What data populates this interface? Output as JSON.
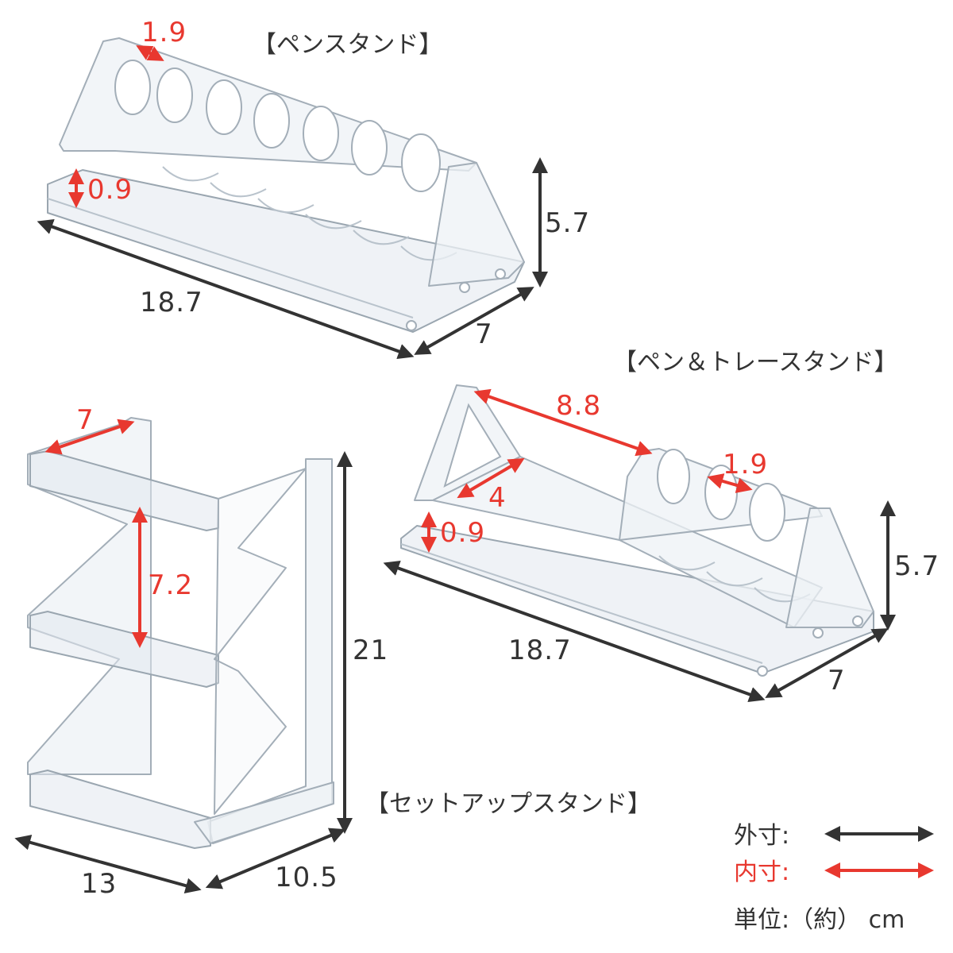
{
  "products": {
    "pen_stand": {
      "title": "【ペンスタンド】",
      "outer": {
        "width": "18.7",
        "depth": "7",
        "height": "5.7"
      },
      "inner": {
        "slot": "1.9",
        "base": "0.9"
      }
    },
    "pen_tray_stand": {
      "title": "【ペン＆トレースタンド】",
      "outer": {
        "width": "18.7",
        "depth": "7",
        "height": "5.7"
      },
      "inner": {
        "tray_width": "8.8",
        "tray_depth": "4",
        "slot": "1.9",
        "base": "0.9"
      }
    },
    "setup_stand": {
      "title": "【セットアップスタンド】",
      "outer": {
        "width": "13",
        "depth": "10.5",
        "height": "21"
      },
      "inner": {
        "top_depth": "7",
        "shelf_gap": "7.2"
      }
    }
  },
  "legend": {
    "outer_label": "外寸:",
    "inner_label": "内寸:",
    "unit_label": "単位:（約） cm"
  },
  "colors": {
    "outer": "#333333",
    "inner": "#e8382f"
  }
}
